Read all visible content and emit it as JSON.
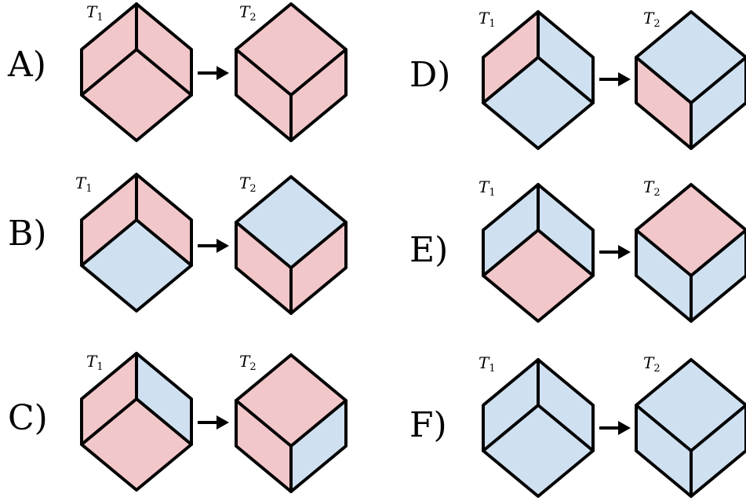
{
  "colors": {
    "red": "#f2c7c9",
    "blue": "#cfe0f1",
    "edge": "#000000"
  },
  "cases": [
    {
      "label": "A)",
      "t1": {
        "name": "T",
        "sub": "1"
      },
      "t2": {
        "name": "T",
        "sub": "2"
      },
      "before": {
        "top": "red",
        "left": "red",
        "right": "red"
      },
      "after": {
        "top": "red",
        "left": "red",
        "right": "red"
      }
    },
    {
      "label": "B)",
      "t1": {
        "name": "T",
        "sub": "1"
      },
      "t2": {
        "name": "T",
        "sub": "2"
      },
      "before": {
        "top": "blue",
        "left": "red",
        "right": "red"
      },
      "after": {
        "top": "blue",
        "left": "red",
        "right": "red"
      }
    },
    {
      "label": "C)",
      "t1": {
        "name": "T",
        "sub": "1"
      },
      "t2": {
        "name": "T",
        "sub": "2"
      },
      "before": {
        "top": "red",
        "left": "red",
        "right": "blue"
      },
      "after": {
        "top": "red",
        "left": "red",
        "right": "blue"
      }
    },
    {
      "label": "D)",
      "t1": {
        "name": "T",
        "sub": "1"
      },
      "t2": {
        "name": "T",
        "sub": "2"
      },
      "before": {
        "top": "blue",
        "left": "red",
        "right": "blue"
      },
      "after": {
        "top": "blue",
        "left": "red",
        "right": "blue"
      }
    },
    {
      "label": "E)",
      "t1": {
        "name": "T",
        "sub": "1"
      },
      "t2": {
        "name": "T",
        "sub": "2"
      },
      "before": {
        "top": "red",
        "left": "blue",
        "right": "blue"
      },
      "after": {
        "top": "red",
        "left": "blue",
        "right": "blue"
      }
    },
    {
      "label": "F)",
      "t1": {
        "name": "T",
        "sub": "1"
      },
      "t2": {
        "name": "T",
        "sub": "2"
      },
      "before": {
        "top": "blue",
        "left": "blue",
        "right": "blue"
      },
      "after": {
        "top": "blue",
        "left": "blue",
        "right": "blue"
      }
    }
  ]
}
